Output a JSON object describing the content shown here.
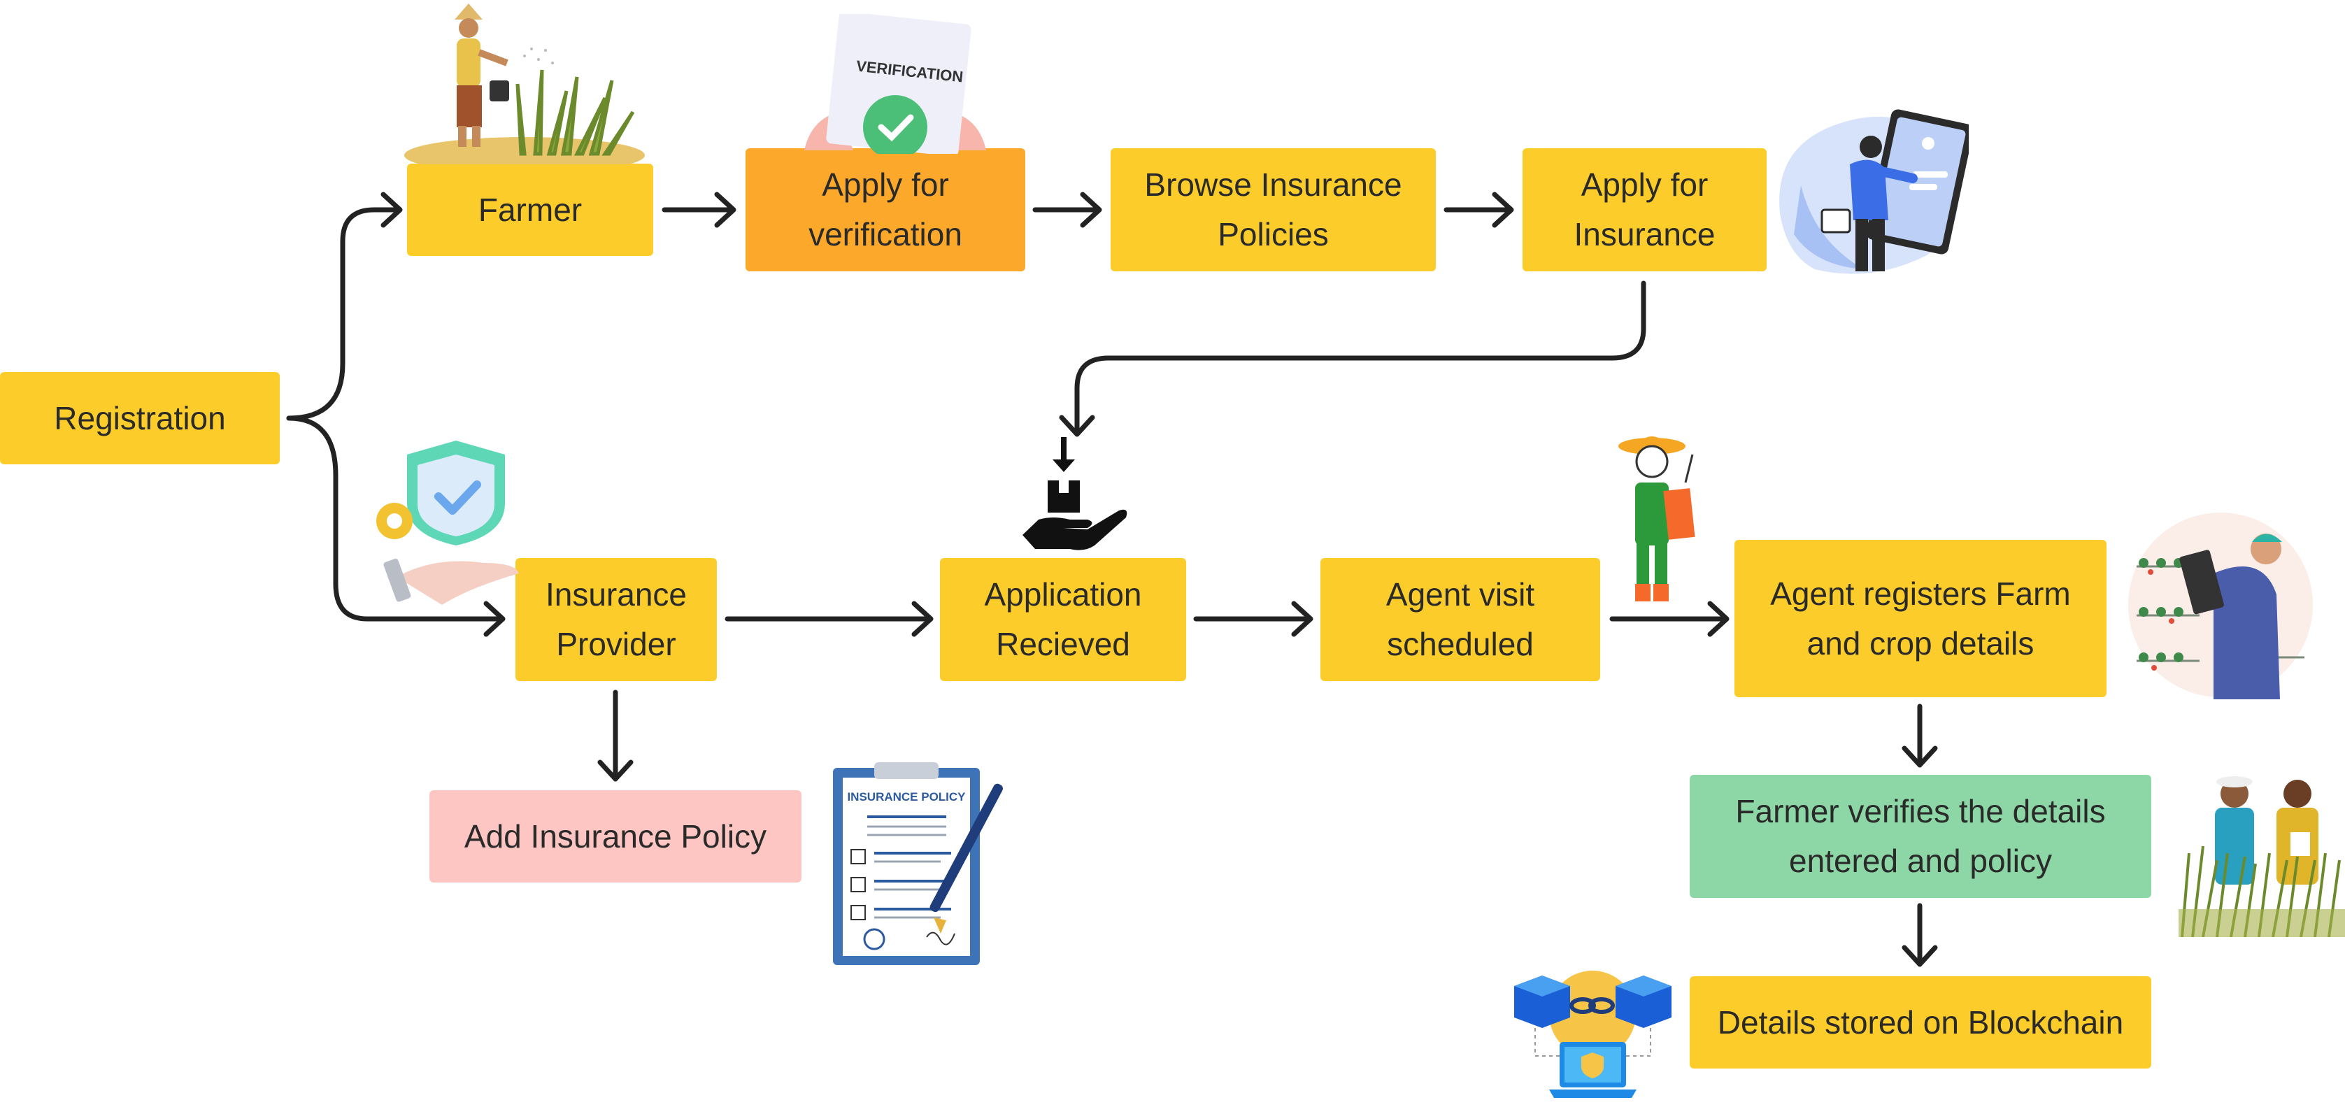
{
  "nodes": {
    "registration": "Registration",
    "farmer": "Farmer",
    "apply_verification": "Apply for verification",
    "browse_policies": "Browse Insurance Policies",
    "apply_insurance": "Apply for Insurance",
    "insurance_provider": "Insurance Provider",
    "application_received": "Application Recieved",
    "agent_visit": "Agent visit scheduled",
    "agent_registers": "Agent registers Farm and crop details",
    "add_policy": "Add Insurance Policy",
    "farmer_verifies": "Farmer verifies the details entered and policy",
    "blockchain": "Details stored on Blockchain"
  },
  "illustrations": {
    "verification_card_text": "VERIFICATION",
    "policy_clipboard_title": "INSURANCE POLICY"
  },
  "colors": {
    "yellow": "#fccd2a",
    "orange": "#fca82a",
    "pink": "#fdc6c3",
    "green": "#8dd7a6",
    "arrow": "#222222"
  }
}
